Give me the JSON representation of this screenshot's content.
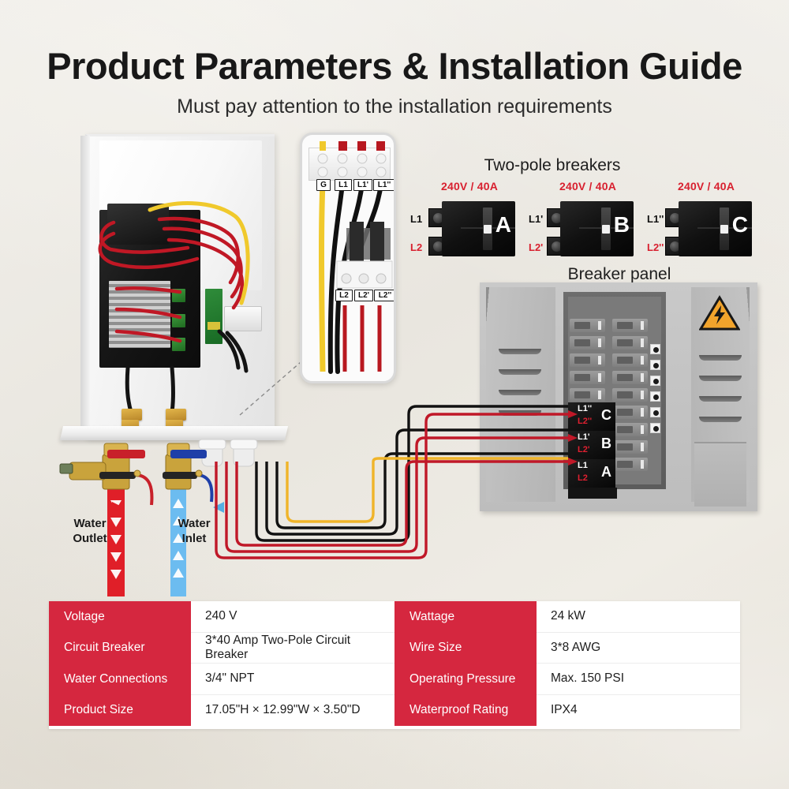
{
  "header": {
    "title": "Product Parameters & Installation Guide",
    "subtitle": "Must pay attention to the installation requirements"
  },
  "sections": {
    "two_pole_breakers_title": "Two-pole breakers",
    "breaker_panel_title": "Breaker panel"
  },
  "colors": {
    "table_header_red": "#d5273f",
    "label_red": "#d8202f",
    "warning_orange": "#f2a42c",
    "background": "#eceae4"
  },
  "water_labels": {
    "outlet": "Water\nOutlet",
    "outlet_line1": "Water",
    "outlet_line2": "Outlet",
    "inlet_line1": "Water",
    "inlet_line2": "Inlet"
  },
  "detail_panel": {
    "top_terminals": [
      "G",
      "L1",
      "L1'",
      "L1''"
    ],
    "bottom_terminals": [
      "L2",
      "L2'",
      "L2''"
    ]
  },
  "breakers": [
    {
      "rating": "240V / 40A",
      "letter": "A",
      "line1": "L1",
      "line2": "L2"
    },
    {
      "rating": "240V / 40A",
      "letter": "B",
      "line1": "L1'",
      "line2": "L2'"
    },
    {
      "rating": "240V / 40A",
      "letter": "C",
      "line1": "L1''",
      "line2": "L2''"
    }
  ],
  "panel_breakers": [
    {
      "letter": "C",
      "line1": "L1''",
      "line2": "L2''"
    },
    {
      "letter": "B",
      "line1": "L1'",
      "line2": "L2'"
    },
    {
      "letter": "A",
      "line1": "L1",
      "line2": "L2"
    }
  ],
  "spec_table": {
    "left": [
      {
        "key": "Voltage",
        "value": "240 V"
      },
      {
        "key": "Circuit Breaker",
        "value": "3*40 Amp Two-Pole Circuit Breaker"
      },
      {
        "key": "Water Connections",
        "value": "3/4\" NPT"
      },
      {
        "key": "Product Size",
        "value": "17.05\"H × 12.99\"W × 3.50\"D"
      }
    ],
    "right": [
      {
        "key": "Wattage",
        "value": "24 kW"
      },
      {
        "key": "Wire Size",
        "value": "3*8 AWG"
      },
      {
        "key": "Operating Pressure",
        "value": "Max. 150 PSI"
      },
      {
        "key": "Waterproof Rating",
        "value": "IPX4"
      }
    ]
  }
}
